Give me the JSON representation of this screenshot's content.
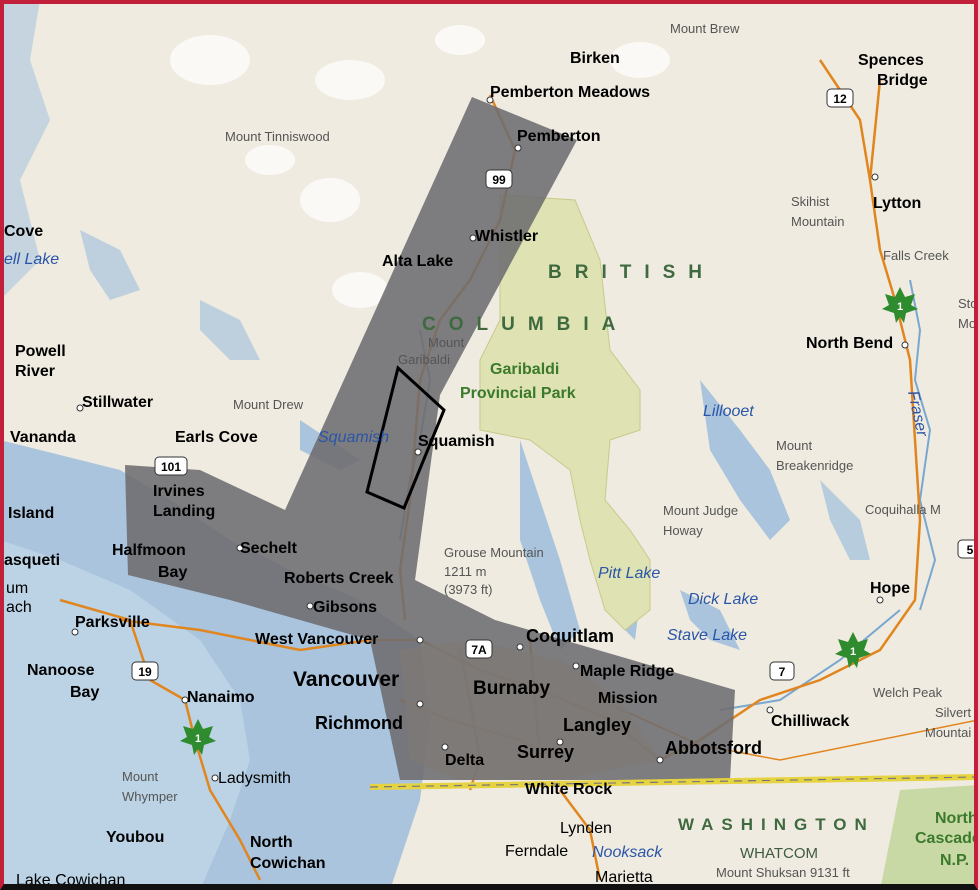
{
  "map": {
    "regions": {
      "british": "BRITISH",
      "columbia": "COLUMBIA",
      "washington": "WASHINGTON",
      "whatcom": "WHATCOM"
    },
    "parks": {
      "garibaldi_1": "Garibaldi",
      "garibaldi_2": "Provincial Park",
      "cascades_1": "North",
      "cascades_2": "Cascades",
      "cascades_3": "N.P."
    },
    "cities": {
      "birken": "Birken",
      "pemberton_meadows": "Pemberton Meadows",
      "pemberton": "Pemberton",
      "spences_bridge_1": "Spences",
      "spences_bridge_2": "Bridge",
      "lytton": "Lytton",
      "whistler": "Whistler",
      "alta_lake": "Alta Lake",
      "cove": "Cove",
      "powell_river_1": "Powell",
      "powell_river_2": "River",
      "stillwater": "Stillwater",
      "vananda": "Vananda",
      "earls_cove": "Earls Cove",
      "squamish": "Squamish",
      "north_bend": "North Bend",
      "irvines_landing_1": "Irvines",
      "irvines_landing_2": "Landing",
      "island": "Island",
      "halfmoon_bay_1": "Halfmoon",
      "halfmoon_bay_2": "Bay",
      "sechelt": "Sechelt",
      "roberts_creek": "Roberts Creek",
      "gibsons": "Gibsons",
      "qualicum_1": "asqueti",
      "qualicum_2": "um",
      "qualicum_3": "ach",
      "parksville": "Parksville",
      "west_vancouver": "West Vancouver",
      "coquitlam": "Coquitlam",
      "hope": "Hope",
      "nanoose_bay_1": "Nanoose",
      "nanoose_bay_2": "Bay",
      "nanaimo": "Nanaimo",
      "vancouver": "Vancouver",
      "burnaby": "Burnaby",
      "maple_ridge": "Maple Ridge",
      "mission": "Mission",
      "richmond": "Richmond",
      "langley": "Langley",
      "chilliwack": "Chilliwack",
      "abbotsford": "Abbotsford",
      "surrey": "Surrey",
      "delta": "Delta",
      "ladysmith": "Ladysmith",
      "white_rock": "White Rock",
      "youbou": "Youbou",
      "north_cowichan_1": "North",
      "north_cowichan_2": "Cowichan",
      "lynden": "Lynden",
      "ferndale": "Ferndale",
      "marietta": "Marietta",
      "lake_cowichan": "Lake Cowichan"
    },
    "features": {
      "mount_brew": "Mount Brew",
      "mount_tinniswood": "Mount Tinniswood",
      "skihist_1": "Skihist",
      "skihist_2": "Mountain",
      "falls_creek": "Falls Creek",
      "mount_garibaldi_1": "Mount",
      "mount_garibaldi_2": "Garibaldi",
      "mount_drew": "Mount Drew",
      "mount_breakenridge_1": "Mount",
      "mount_breakenridge_2": "Breakenridge",
      "mount_judge_howay_1": "Mount Judge",
      "mount_judge_howay_2": "Howay",
      "grouse_1": "Grouse Mountain",
      "grouse_2": "1211 m",
      "grouse_3": "(3973 ft)",
      "coquihalla": "Coquihalla M",
      "welch_peak": "Welch Peak",
      "silvertip_1": "Silvert",
      "silvertip_2": "Mountai",
      "mount_whymper_1": "Mount",
      "mount_whymper_2": "Whymper",
      "mount_shuksan": "Mount Shuksan 9131 ft",
      "stoyoma_1": "Sto",
      "stoyoma_2": "Mo"
    },
    "water": {
      "ell_lake": "ell Lake",
      "squamish_river": "Squamish",
      "lillooet": "Lillooet",
      "fraser": "Fraser",
      "pitt_lake": "Pitt Lake",
      "dick_lake": "Dick Lake",
      "stave_lake": "Stave Lake",
      "nooksack": "Nooksack"
    },
    "highways": {
      "h99": "99",
      "h12": "12",
      "h101": "101",
      "h7a": "7A",
      "h7": "7",
      "h19": "19",
      "h5": "5",
      "trans_canada": "1"
    },
    "colors": {
      "land": "#efebe0",
      "water": "#a9c4dc",
      "park": "#dfe3b4",
      "coverage": "#6d6c70",
      "road": "#e1851f",
      "border": "#e6d341"
    }
  }
}
